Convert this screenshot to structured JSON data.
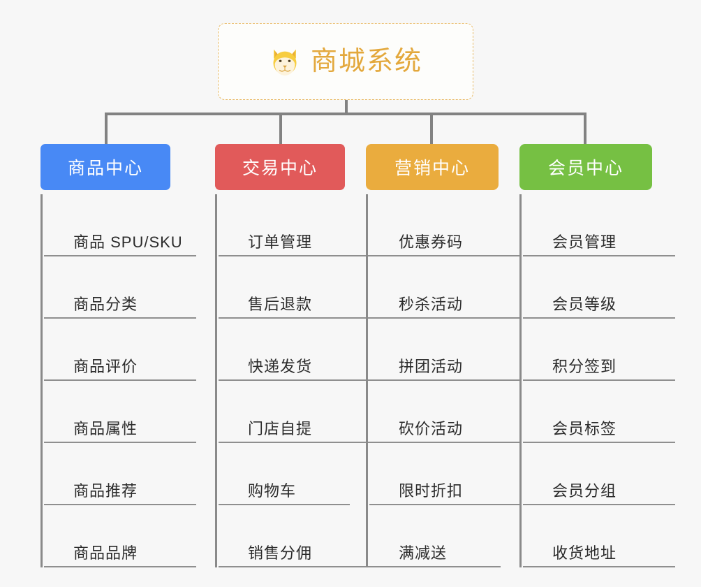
{
  "background_color": "#f7f7f7",
  "root": {
    "title": "商城系统",
    "icon": "shiba-inu-dog-face-icon",
    "title_color": "#e3a83c",
    "border_color": "#e9bc6a"
  },
  "columns": [
    {
      "header": "商品中心",
      "color": "#4889f5",
      "items": [
        "商品 SPU/SKU",
        "商品分类",
        "商品评价",
        "商品属性",
        "商品推荐",
        "商品品牌"
      ]
    },
    {
      "header": "交易中心",
      "color": "#e15a5a",
      "items": [
        "订单管理",
        "售后退款",
        "快递发货",
        "门店自提",
        "购物车",
        "销售分佣"
      ]
    },
    {
      "header": "营销中心",
      "color": "#eaac3e",
      "items": [
        "优惠券码",
        "秒杀活动",
        "拼团活动",
        "砍价活动",
        "限时折扣",
        "满减送"
      ]
    },
    {
      "header": "会员中心",
      "color": "#76c043",
      "items": [
        "会员管理",
        "会员等级",
        "积分签到",
        "会员标签",
        "会员分组",
        "收货地址"
      ]
    }
  ]
}
